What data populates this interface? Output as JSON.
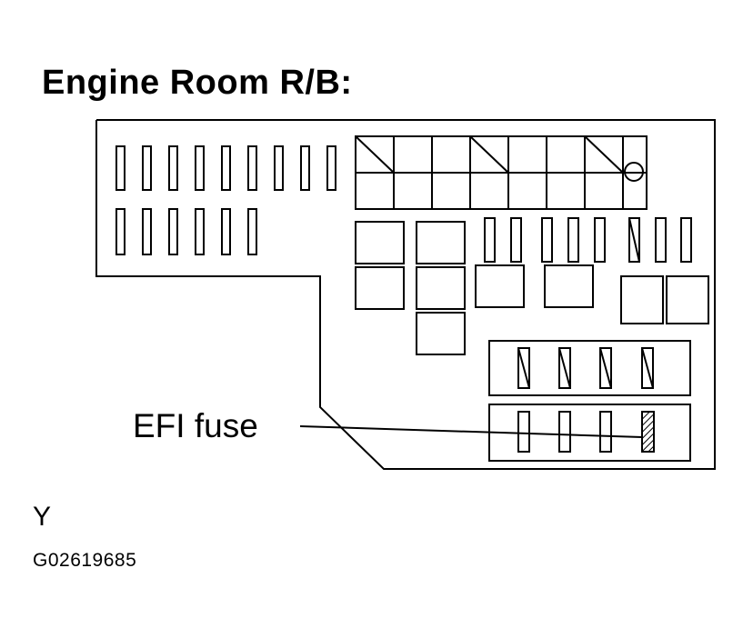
{
  "title": "Engine Room R/B:",
  "callout_label": "EFI fuse",
  "view_letter": "Y",
  "figure_code": "G02619685",
  "colors": {
    "line": "#000000",
    "background": "#ffffff"
  }
}
